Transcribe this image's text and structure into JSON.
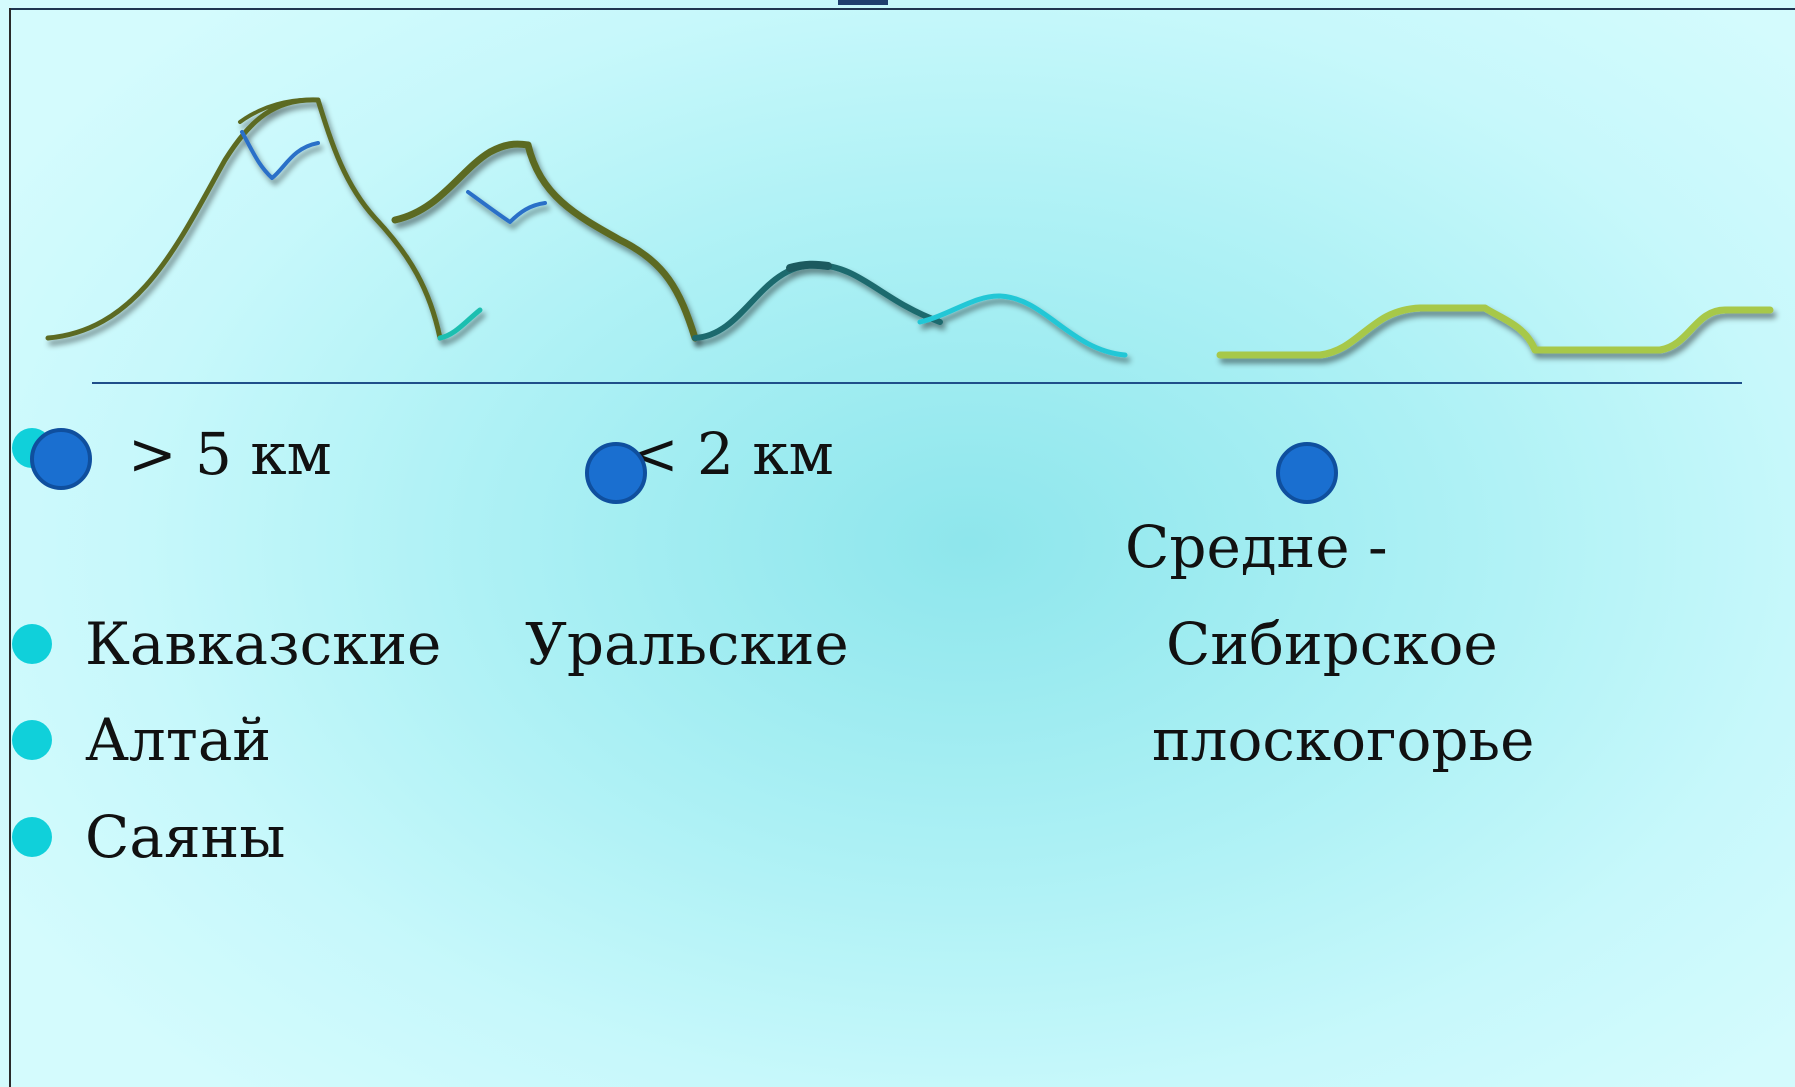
{
  "colors": {
    "background": "#aef1f5",
    "bullet_primary": "#1a6fd0",
    "bullet_secondary": "#10d0da",
    "mountain_high": "#5c6a24",
    "mountain_mid": "#1e6a6e",
    "plateau": "#a7c84a",
    "glacier": "#2a6fc8",
    "ground_line": "#1f4f8a"
  },
  "icons": {
    "high_mountains": "high-mountains-icon",
    "low_mountains": "low-mountains-icon",
    "plateau": "plateau-icon"
  },
  "columns": {
    "high": {
      "height_label": "> 5 км",
      "items": [
        "Кавказские",
        "Алтай",
        "Саяны"
      ]
    },
    "low": {
      "height_label": "<  2 км",
      "items": [
        "Уральские"
      ]
    },
    "plateau": {
      "name_lines": [
        "Средне -",
        "Сибирское",
        "плоскогорье"
      ]
    }
  }
}
